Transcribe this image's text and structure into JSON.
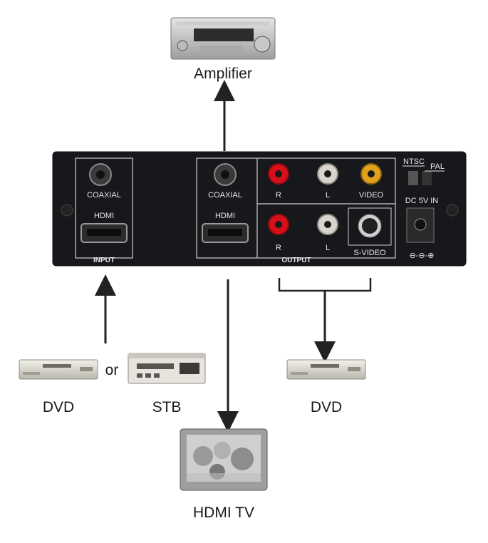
{
  "devices": {
    "amplifier": "Amplifier",
    "dvd_in": "DVD",
    "or": "or",
    "stb": "STB",
    "dvd_out": "DVD",
    "hdmi_tv": "HDMI TV"
  },
  "panel": {
    "input": {
      "coaxial": "COAXIAL",
      "hdmi": "HDMI",
      "section": "INPUT"
    },
    "output": {
      "coaxial": "COAXIAL",
      "hdmi": "HDMI",
      "r_top": "R",
      "l_top": "L",
      "video": "VIDEO",
      "r_bottom": "R",
      "l_bottom": "L",
      "svideo": "S-VIDEO",
      "section": "OUTPUT"
    },
    "switch": {
      "ntsc": "NTSC",
      "pal": "PAL"
    },
    "power": {
      "dc": "DC 5V IN",
      "polarity": "⊖-⊖-⊕"
    }
  },
  "colors": {
    "panel": "#17181b",
    "rca_red": "#d5101a",
    "rca_white": "#d8d6cc",
    "rca_yellow": "#e0a21a",
    "arrow": "#222222"
  }
}
